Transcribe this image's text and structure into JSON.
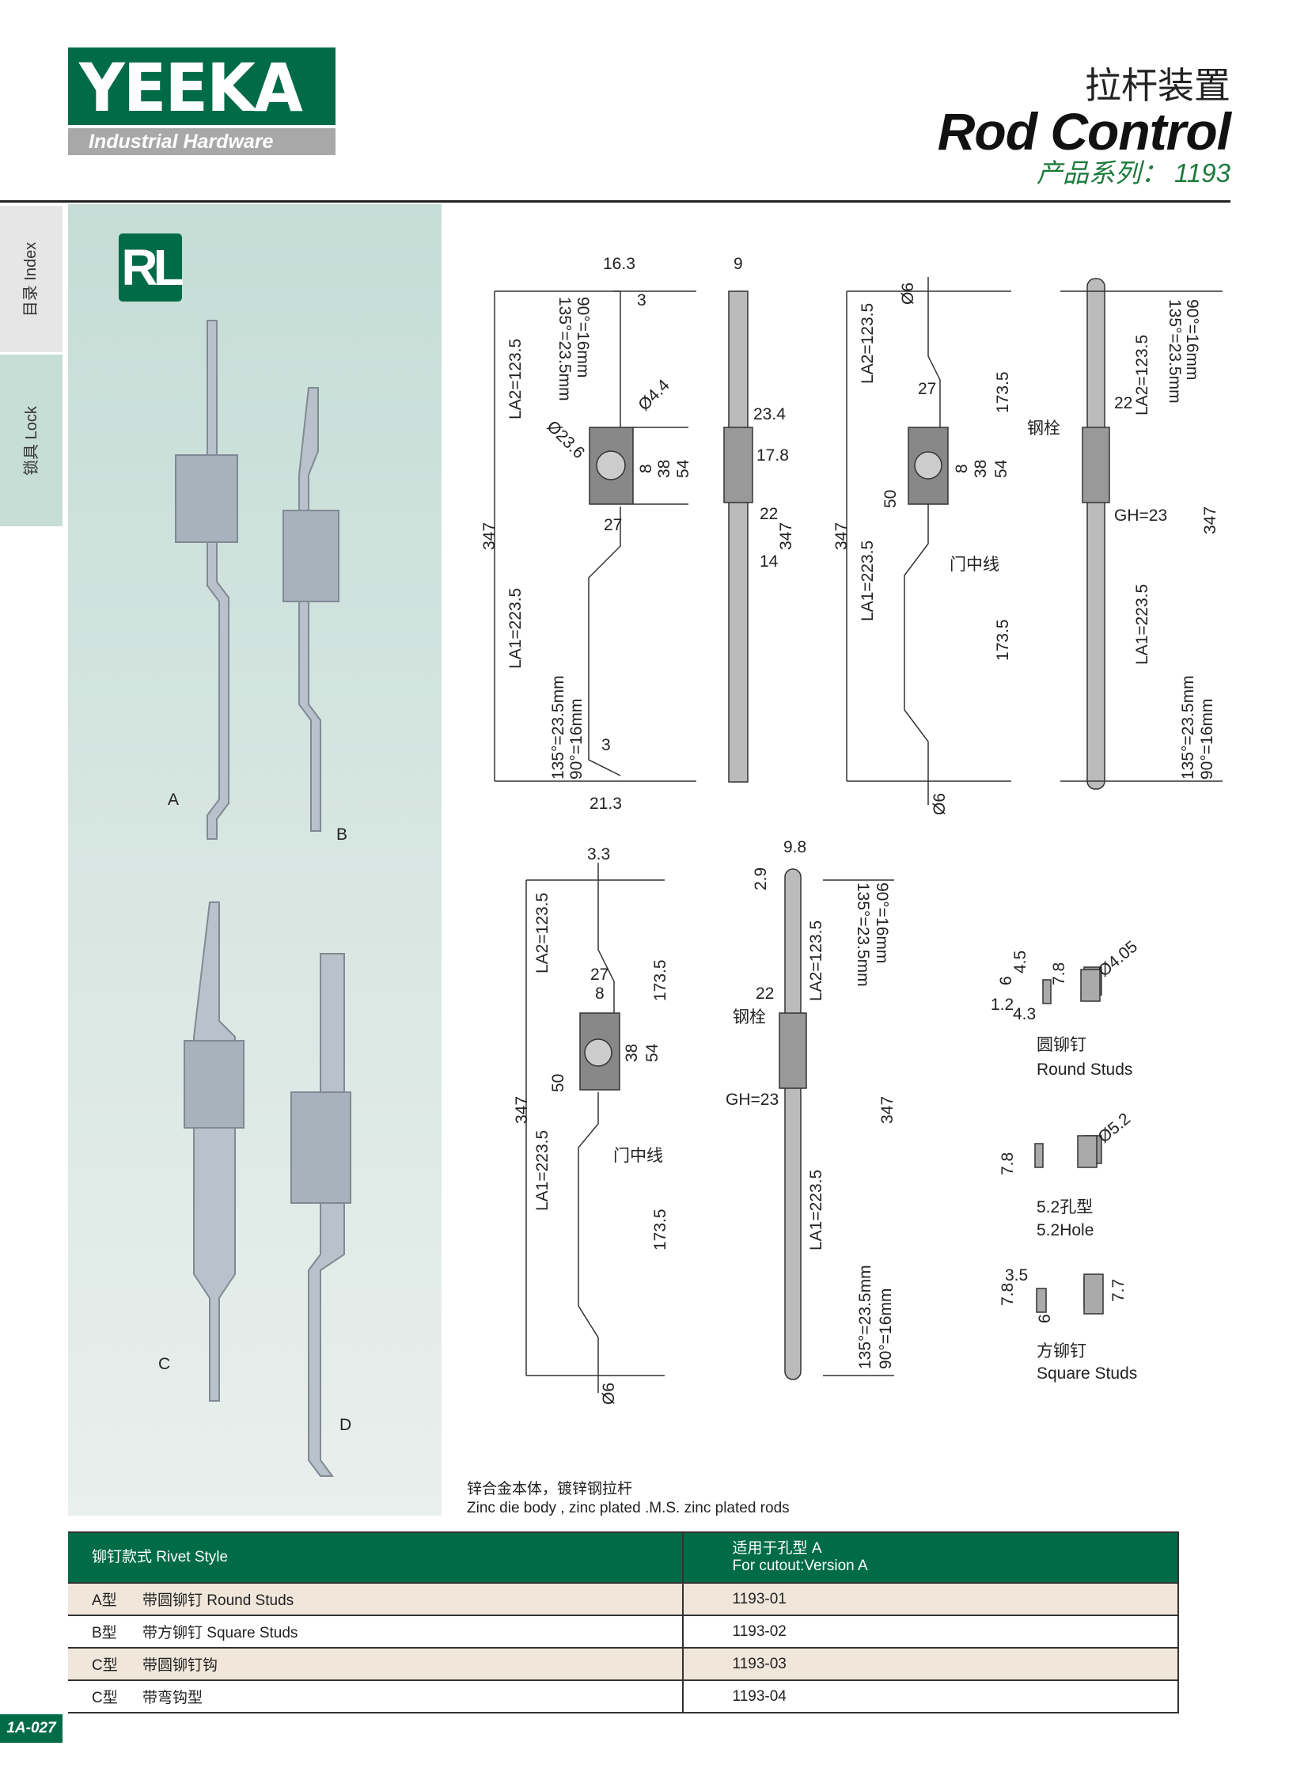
{
  "logo": {
    "brand": "YEEKA",
    "tagline": "Industrial Hardware"
  },
  "header": {
    "title_cn": "拉杆装置",
    "title_en": "Rod Control",
    "series": "产品系列： 1193"
  },
  "sidebar": {
    "tabs": [
      {
        "label": "目录 Index"
      },
      {
        "label": "锁具 Lock"
      }
    ]
  },
  "badge": "RL",
  "photos": {
    "labels": [
      "A",
      "B",
      "C",
      "D"
    ]
  },
  "drawings": {
    "d1": [
      "16.3",
      "3",
      "Ø4.4",
      "Ø23.6",
      "8",
      "38",
      "54",
      "27",
      "LA2=123.5",
      "90°=16mm",
      "135°=23.5mm",
      "347",
      "LA1=223.5",
      "135°=23.5mm",
      "90°=16mm",
      "3",
      "21.3"
    ],
    "d2": [
      "9",
      "23.4",
      "17.8",
      "22",
      "14",
      "347"
    ],
    "d3": [
      "Ø6",
      "LA2=123.5",
      "27",
      "173.5",
      "8",
      "38",
      "54",
      "50",
      "347",
      "门中线",
      "LA1=223.5",
      "173.5",
      "Ø6"
    ],
    "d4": [
      "90°=16mm",
      "135°=23.5mm",
      "LA2=123.5",
      "22",
      "钢栓",
      "GH=23",
      "347",
      "LA1=223.5",
      "135°=23.5mm",
      "90°=16mm"
    ],
    "d5": [
      "3.3",
      "LA2=123.5",
      "27",
      "8",
      "173.5",
      "38",
      "54",
      "50",
      "347",
      "门中线",
      "LA1=223.5",
      "173.5",
      "Ø6"
    ],
    "d6": [
      "9.8",
      "2.9",
      "90°=16mm",
      "135°=23.5mm",
      "LA2=123.5",
      "22",
      "钢栓",
      "GH=23",
      "347",
      "LA1=223.5",
      "135°=23.5mm",
      "90°=16mm"
    ],
    "studs": [
      "4.5",
      "6",
      "7.8",
      "1.2",
      "4.3",
      "Ø4.05",
      "圆铆钉",
      "Round Studs",
      "7.8",
      "Ø5.2",
      "5.2孔型",
      "5.2Hole",
      "3.5",
      "7.8",
      "6",
      "7.7",
      "方铆钉",
      "Square Studs"
    ]
  },
  "caption": {
    "cn": "锌合金本体，镀锌钢拉杆",
    "en": "Zinc die body , zinc plated .M.S. zinc plated rods"
  },
  "table": {
    "headers": [
      "铆钉款式 Rivet Style",
      "适用于孔型 A",
      "For cutout:Version A"
    ],
    "rows": [
      {
        "type": "A型",
        "style": "带圆铆钉 Round Studs",
        "code": "1193-01"
      },
      {
        "type": "B型",
        "style": "带方铆钉 Square Studs",
        "code": "1193-02"
      },
      {
        "type": "C型",
        "style": "带圆铆钉钩",
        "code": "1193-03"
      },
      {
        "type": "C型",
        "style": "带弯钩型",
        "code": "1193-04"
      }
    ]
  },
  "page_number": "1A-027",
  "colors": {
    "brand_green": "#006b47",
    "row_beige": "#f0e6da"
  }
}
